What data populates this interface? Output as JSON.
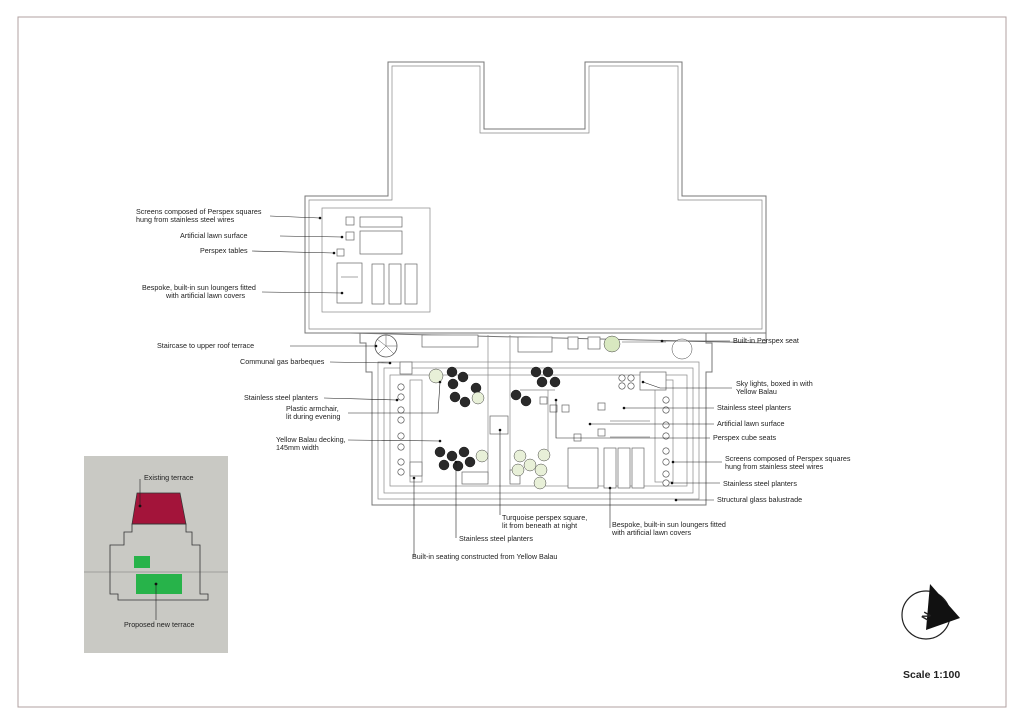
{
  "plan": {
    "labels_left": [
      "Screens composed of Perspex squares",
      "hung from stainless steel wires",
      "Artificial lawn surface",
      "Perspex tables",
      "Bespoke, built-in sun loungers fitted",
      "with artificial lawn covers",
      "Staircase to  upper roof terrace",
      "Communal gas barbeques",
      "Stainless steel planters",
      "Plastic armchair,",
      "lit during evening",
      "Yellow Balau decking,",
      "145mm width"
    ],
    "labels_right": [
      "Built-in Perspex seat",
      "Sky lights, boxed in with",
      "Yellow Balau",
      "Stainless steel planters",
      "Artificial lawn surface",
      "Perspex cube seats",
      "Screens composed of Perspex squares",
      "hung from stainless steel wires",
      "Stainless steel planters",
      "Structural glass balustrade"
    ],
    "labels_bottom": [
      "Turquoise perspex square,",
      "lit from beneath at night",
      "Stainless steel planters",
      "Bespoke, built-in sun loungers fitted",
      "with artificial lawn covers",
      "Built-in seating constructed from Yellow Balau"
    ]
  },
  "inset": {
    "existing_label": "Existing terrace",
    "proposed_label": "Proposed new terrace",
    "existing_color": "#a3143a",
    "proposed_color": "#27b34a",
    "background_color": "#c9c9c4"
  },
  "north": {
    "letter": "N"
  },
  "scale": {
    "text": "Scale 1:100"
  }
}
